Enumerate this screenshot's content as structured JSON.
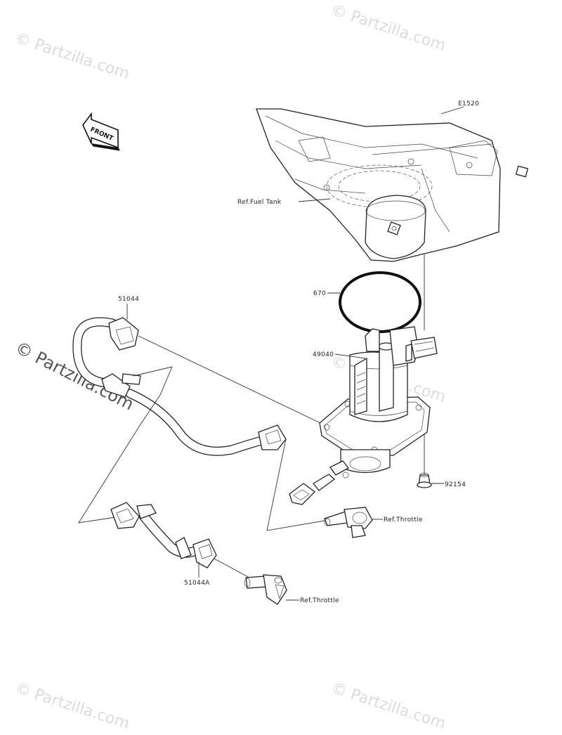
{
  "diagram_code": "E1520",
  "front_label": "FRONT",
  "watermark": "© Partzilla.com",
  "labels": {
    "fuel_tank": "Ref.Fuel Tank",
    "oring": "670",
    "hose_upper": "51044",
    "pump": "49040",
    "bolt": "92154",
    "throttle_1": "Ref.Throttle",
    "hose_lower": "51044A",
    "throttle_2": "Ref.Throttle"
  }
}
